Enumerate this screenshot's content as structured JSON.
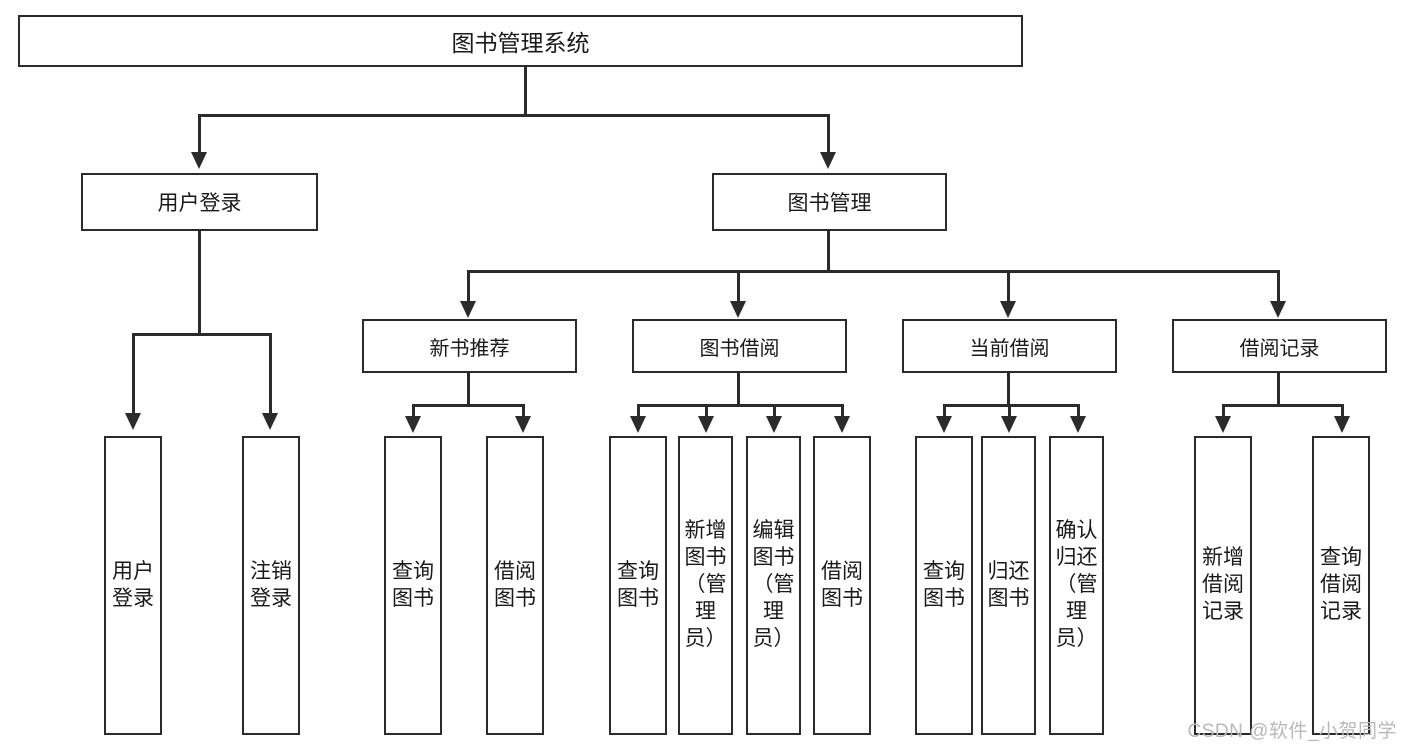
{
  "diagram": {
    "type": "tree",
    "root": {
      "label": "图书管理系统"
    },
    "level2": [
      {
        "label": "用户登录"
      },
      {
        "label": "图书管理"
      }
    ],
    "level3": [
      {
        "label": "新书推荐"
      },
      {
        "label": "图书借阅"
      },
      {
        "label": "当前借阅"
      },
      {
        "label": "借阅记录"
      }
    ],
    "leaves": {
      "user_login": [
        {
          "label": "用户登录"
        },
        {
          "label": "注销登录"
        }
      ],
      "new_book_recommend": [
        {
          "label": "查询图书"
        },
        {
          "label": "借阅图书"
        }
      ],
      "book_borrow": [
        {
          "label": "查询图书"
        },
        {
          "label": "新增图书（管理员）"
        },
        {
          "label": "编辑图书（管理员）"
        },
        {
          "label": "借阅图书"
        }
      ],
      "current_borrow": [
        {
          "label": "查询图书"
        },
        {
          "label": "归还图书"
        },
        {
          "label": "确认归还（管理员）"
        }
      ],
      "borrow_record": [
        {
          "label": "新增借阅记录"
        },
        {
          "label": "查询借阅记录"
        }
      ]
    }
  },
  "watermark": {
    "text": "CSDN @软件_小贺同学"
  },
  "colors": {
    "stroke": "#2b2b2b",
    "text": "#1a1a1a",
    "background": "#ffffff",
    "watermark": "#b9b9b9"
  }
}
